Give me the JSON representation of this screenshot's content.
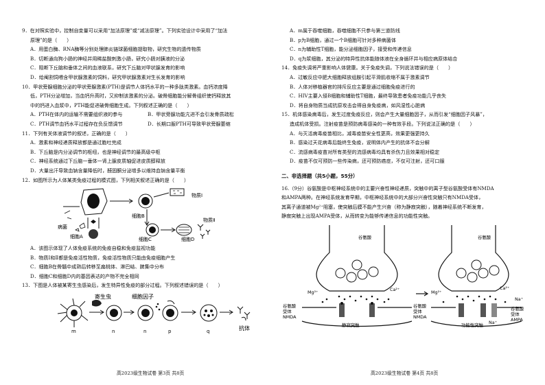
{
  "left": {
    "q9": {
      "stem1": "9．在对照实验中，控制自变量可以采用“加法原理”或“减法原理”。下列实验设计中采用了“加法",
      "stem2": "原理”的是（　　）",
      "A": "A．用蛋白酶、RNA酶等分别处理肺炎链球菌细胞提取物，研究生物的遗传物质",
      "B": "B．切断通向狗小肠的神经并用稀盐酸刺激小肠，研究小肠对胰液的分泌",
      "C": "C．阻断下丘脑和垂体之间的血液联系，研究下丘脑对甲状腺发育的影响",
      "D": "D．给阉割饲喂含甲状腺激素的饲料，研究甲状腺激素对生长发育的影响"
    },
    "q10": {
      "stem1": "10．甲状旁腺细胞分泌的甲状旁腺激素(PTH)是调节人体钙水平的一种多肽类激素。血钙浓度降",
      "stem2": "低，PTH分泌增加，当血钙升高时，又抑制该激素的分泌。破骨细胞能分解骨组织使钙释放其",
      "stem3": "中的钙进入血浆中，PTH能促进破骨细胞生成。下列叙述正确的是（　　）",
      "A": "A．PTH在体内的运输不需要组织液的参与",
      "B": "B．甲状旁腺功能亢进不会引发骨质疏松",
      "C": "C．PTH调节血钙水平过程存在负反馈调节",
      "D": "D．长期口服PTH可导致甲状旁腺萎缩"
    },
    "q11": {
      "stem": "11．下列有关体液调节的叙述，正确的是（　　）",
      "A": "A．激素和神经递质释放都是通过胞吐完成",
      "B": "B．下丘脑是内分泌调节的枢纽，也是神经调节的最高级中枢",
      "C": "C．神经系统通过下丘脑一垂体一肾上腺皮质轴促进皮质醇释放",
      "D": "D．大量出汗导致血钠含量降低时，醛固酮分泌增多以维持血钠含量平衡"
    },
    "q12": {
      "stem": "12．如图所示为人体某类免疫过程的模式图，下列相关叙述正确的是（　　）",
      "fig": {
        "cellA": "细胞A",
        "cellB": "细胞B",
        "cellC": "细胞C",
        "cellD": "细胞D",
        "pathogen": "病菌",
        "sub1": "物质Ⅰ",
        "sub2": "物质Ⅱ"
      },
      "A": "A．该图示体现了人体免疫系统的免疫自稳和免疫监视功能",
      "B": "B．物质Ⅰ和Ⅱ都是免疫活性物质，免疫活性物质只能由免疫细胞产生",
      "C": "C．细胞B在骨髓中成熟后转移至扁桃体、淋巴结、脾集中分布",
      "D": "D．细胞C和细胞D内的基因表达的产物不完全相同"
    },
    "q13": {
      "stem": "13．下图是人体被某寄生虫感染后，发生特异性免疫的部分过程。下列叙述错误的是（　　）",
      "fig": {
        "parasite": "寄生虫",
        "cytokine": "细胞因子",
        "antibody": "抗体",
        "m": "m",
        "n1": "n",
        "n2": "n",
        "p": "p",
        "q": "q"
      }
    },
    "footer": "高2023级生物试卷  第3页  共8页"
  },
  "right": {
    "q13opts": {
      "A": "A．m属于吞噬细胞，吞噬细胞不只参与第三道防线",
      "B": "B．p为B细胞，通过一个B细胞可针对多种病菌体",
      "C": "C．n为辅助性T细胞，能分泌细胞因子，接受和传递信息",
      "D": "D．q为浆细胞，其分泌的特异性抗体能随体液在全身循环并与相应病原体结合"
    },
    "q14": {
      "stem": "14．免疫失调将严重影响人体健康。关于免疫失调，下列说法错误的是（　　）",
      "A": "A．过敏反应中肥大细胞释放组胺引起平滑肌收缩不属于激素调节",
      "B": "B．人体对移植器官的排斥反应主要是通过细胞免疫进行的",
      "C": "C．HIV主要入侵B细胞和辅助性T细胞，最终导致患者免疫功能几乎丧失",
      "D": "D．将自身物质当成抗原攻击会得自身免疫病，如风湿性心脏病"
    },
    "q15": {
      "stem1": "15．机体感染病毒后，发生过度免疫反应，则会产生大量细胞因子，从而引发“细胞因子风暴”，",
      "stem2": "造成机体受损。注射疫苗是预防病毒感染的一种有效手段。下列说法正确的是（　　）",
      "A": "A．与灭活病毒疫苗相比，减毒疫苗安全性更高，效果更强更持久",
      "B": "B．感染过天花病毒后能终生免疫，说明体内产生的抗体不会分解",
      "C": "C．流感病毒疫苗对所有类型的流感病毒均具有杀伤力且效果相对稳定",
      "D": "D．疫苗不仅可预防一些传染病，还可预防癌症，不仅可注射，还可口服"
    },
    "section2": "二、非选择题（共5小题，55分）",
    "q16": {
      "l1": "16.（9分）谷氨酸是中枢神经系统中的主要兴奋性神经递质，突触中的离子型谷氨酸受体有NMDA",
      "l2": "和AMPA两种。在神经系统发育早期，中枢神经系统中的大部分兴奋性突触只有NMDA受体，",
      "l3": "其离子通道被Mg²⁺阻塞，使突触后膜不能产生兴奋（称为静寂突触），随着神经系统不断发育，",
      "l4": "静寂突触上出现AMPA受体，从而转变为能够传递信息的功能性突触。"
    },
    "fig16": {
      "glu1": "谷氨酸",
      "glu2": "谷氨酸",
      "mg1": "Mg²⁺",
      "mg2": "Mg²⁺",
      "ca1": "Ca²⁺",
      "ca2": "Ca²⁺",
      "na1": "Na⁺",
      "na2": "Na⁺",
      "rec1a": "谷氨酸",
      "rec1b": "受体",
      "rec1c": "NMDA",
      "rec2a": "谷氨酸",
      "rec2b": "受体",
      "rec2c": "NMDA",
      "rec3a": "谷氨酸",
      "rec3b": "受体",
      "rec3c": "AMPA",
      "silent": "静寂突触",
      "functional": "功能性突触"
    },
    "footer": "高2023级生物试卷  第4页  共8页"
  }
}
